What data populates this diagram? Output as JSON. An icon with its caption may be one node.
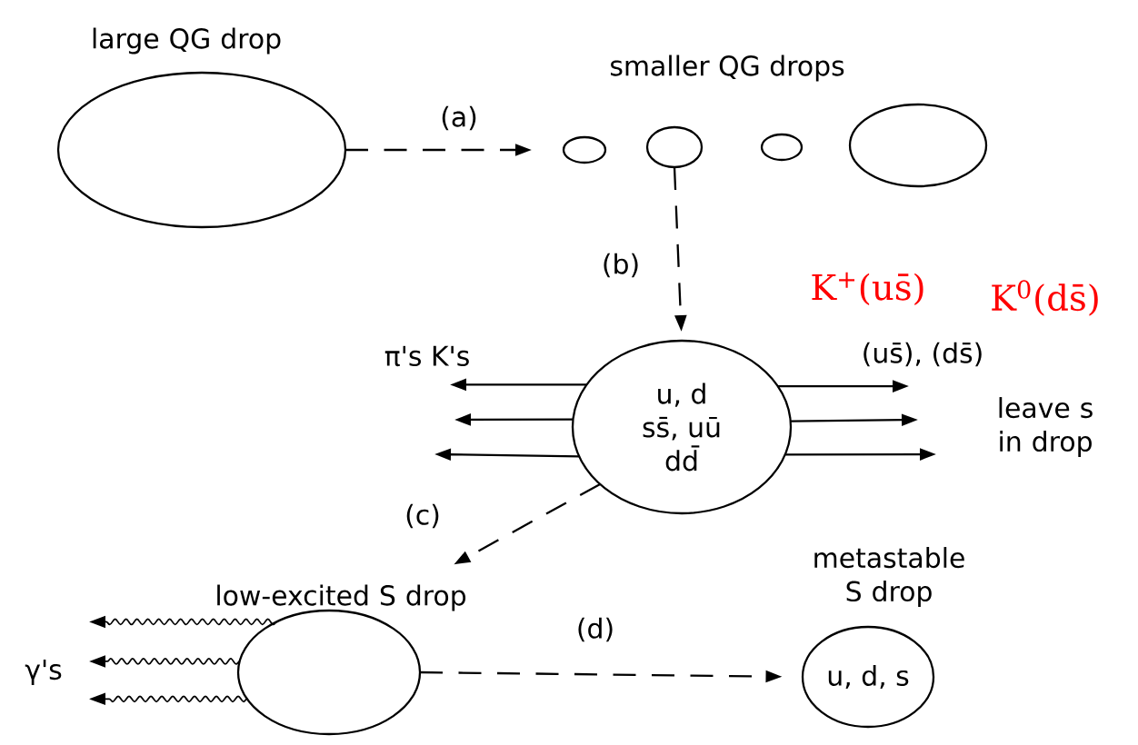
{
  "diagram": {
    "nodes": [
      {
        "text": [
          "large QG drop"
        ]
      },
      {
        "text": [],
        "shape": "circle"
      },
      {
        "text": [],
        "shape": "circle"
      },
      {
        "text": [],
        "shape": "circle"
      },
      {
        "text": [],
        "shape": "circle"
      },
      {
        "text": [
          "u, d",
          "ss̄, uū",
          "dd̄"
        ]
      },
      {
        "text": [
          "low-excited S drop"
        ]
      },
      {
        "text": [
          "metastable S drop",
          "u, d, s"
        ]
      },
      {
        "text": [
          "π's K's"
        ]
      },
      {
        "text": [
          "(us̄), (ds̄)"
        ]
      },
      {
        "text": [
          "leave s in drop"
        ]
      },
      {
        "text": [
          "γ's"
        ]
      }
    ],
    "edges": [
      {
        "from": 0,
        "to": 1,
        "arrow": "to",
        "label": "(a)",
        "style": "dashed"
      },
      {
        "from": 2,
        "to": 5,
        "arrow": "to",
        "label": "(b)",
        "style": "dashed"
      },
      {
        "from": 5,
        "to": 8,
        "arrow": "to"
      },
      {
        "from": 5,
        "to": null,
        "arrow": "to"
      },
      {
        "from": 5,
        "to": null,
        "arrow": "to"
      },
      {
        "from": 5,
        "to": 9,
        "arrow": "to"
      },
      {
        "from": 5,
        "to": null,
        "arrow": "to"
      },
      {
        "from": 5,
        "to": null,
        "arrow": "to"
      },
      {
        "from": 5,
        "to": 6,
        "arrow": "to",
        "label": "(c)",
        "style": "dashed"
      },
      {
        "from": 6,
        "to": 11,
        "arrow": "to"
      },
      {
        "from": 6,
        "to": 11,
        "arrow": "to"
      },
      {
        "from": 6,
        "to": 11,
        "arrow": "to"
      },
      {
        "from": 6,
        "to": 7,
        "arrow": "to",
        "label": "(d)",
        "style": "dashed"
      }
    ],
    "labels": [
      "smaller QG drops",
      "K$^{+}$(us̄)",
      "K$^{0}$(ds̄)"
    ]
  }
}
